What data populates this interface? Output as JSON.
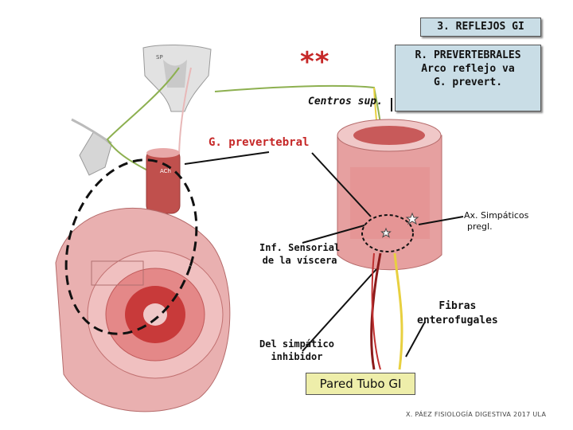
{
  "title": "3. REFLEJOS GI",
  "reflex_box": {
    "line1": "R. PREVERTEBRALES",
    "line2": "Arco reflejo va",
    "line3": "G. prevert."
  },
  "stars": "**",
  "labels": {
    "centros_sup": "Centros sup.",
    "g_prevertebral": "G. prevertebral",
    "inf_sensorial_1": "Inf. Sensorial",
    "inf_sensorial_2": "de la víscera",
    "del_simpatico_1": "Del simpático",
    "del_simpatico_2": "inhibidor",
    "fibras_1": "Fibras",
    "fibras_2": "enterofugales",
    "ax_simpaticos_1": "Ax. Simpáticos",
    "ax_simpaticos_2": "pregl.",
    "pared": "Pared Tubo GI",
    "sp": "SP",
    "ach": "ACh"
  },
  "credit": "X. PÁEZ  FISIOLOGÍA DIGESTIVA 2017  ULA",
  "colors": {
    "accent_red": "#c62828",
    "box_blue": "#c9dde6",
    "box_yellow": "#eeeeaa",
    "tissue_pink": "#e8a8a8",
    "tissue_dark": "#c0504d",
    "nerve_green": "#8db050",
    "nerve_yellow": "#e8d040",
    "nerve_darkred": "#8b1a1a"
  }
}
